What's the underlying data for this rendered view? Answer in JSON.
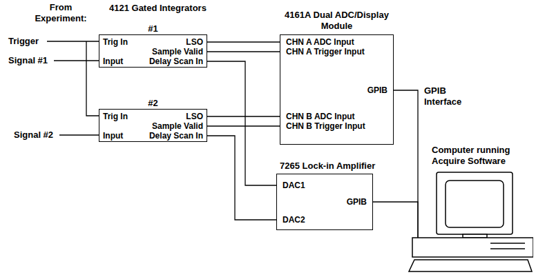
{
  "diagram": {
    "nodes": [
      {
        "text": [
          "#1",
          "Trig In",
          "LSO",
          "Sample Valid",
          "Input",
          "Delay Scan In"
        ]
      },
      {
        "text": [
          "#2",
          "Trig In",
          "LSO",
          "Sample Valid",
          "Input",
          "Delay Scan In"
        ]
      },
      {
        "text": [
          "4161A Dual ADC/Display Module",
          "CHN A ADC Input",
          "CHN A Trigger Input",
          "GPIB",
          "CHN B ADC Input",
          "CHN B Trigger Input"
        ]
      },
      {
        "text": [
          "7265 Lock-in Amplifier",
          "DAC1",
          "GPIB",
          "DAC2"
        ]
      },
      {
        "text": [
          "Computer running Acquire Software"
        ]
      }
    ],
    "edges": [
      {
        "from": 0,
        "to": 2,
        "arrow": "none"
      },
      {
        "from": 0,
        "to": 2,
        "arrow": "none"
      },
      {
        "from": 1,
        "to": 2,
        "arrow": "none"
      },
      {
        "from": 1,
        "to": 2,
        "arrow": "none"
      },
      {
        "from": 3,
        "to": 0,
        "arrow": "none"
      },
      {
        "from": 3,
        "to": 1,
        "arrow": "none"
      },
      {
        "from": 2,
        "to": 4,
        "arrow": "none"
      },
      {
        "from": 3,
        "to": 4,
        "arrow": "none"
      }
    ],
    "labels": [
      "From Experiment:",
      "4121 Gated Integrators",
      "Trigger",
      "Signal #1",
      "Signal #2",
      "GPIB Interface"
    ]
  }
}
